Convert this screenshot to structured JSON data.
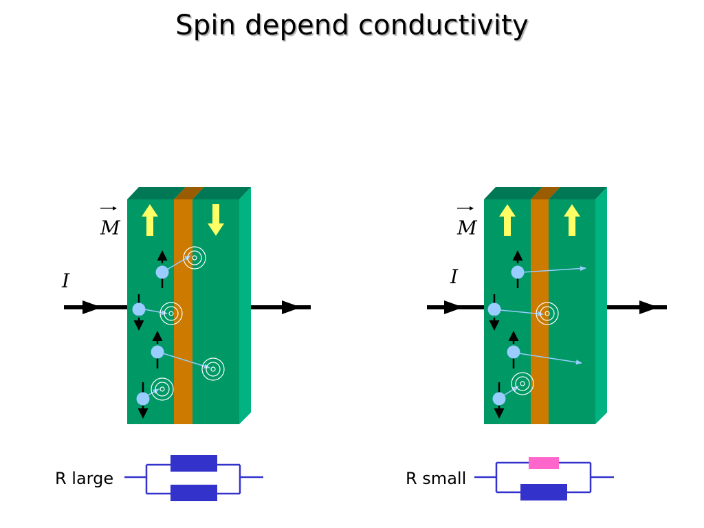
{
  "title": "Spin depend conductivity",
  "labels": {
    "magnetization": "M",
    "current": "I"
  },
  "panels": [
    {
      "id": "antiparallel",
      "left_layer_magnetization": "up",
      "right_layer_magnetization": "down",
      "resistance_label": "R large"
    },
    {
      "id": "parallel",
      "left_layer_magnetization": "up",
      "right_layer_magnetization": "up",
      "resistance_label": "R  small"
    }
  ],
  "colors": {
    "ferromagnet": "#009966",
    "ferromagnet_top": "#007755",
    "ferromagnet_side": "#00b380",
    "spacer": "#cc7a00",
    "spacer_top": "#995c00",
    "magnetization_arrow": "#ffff66",
    "electron": "#99ccff",
    "resistor_high": "#3333cc",
    "resistor_low": "#ff66cc",
    "wire": "#3333cc"
  }
}
